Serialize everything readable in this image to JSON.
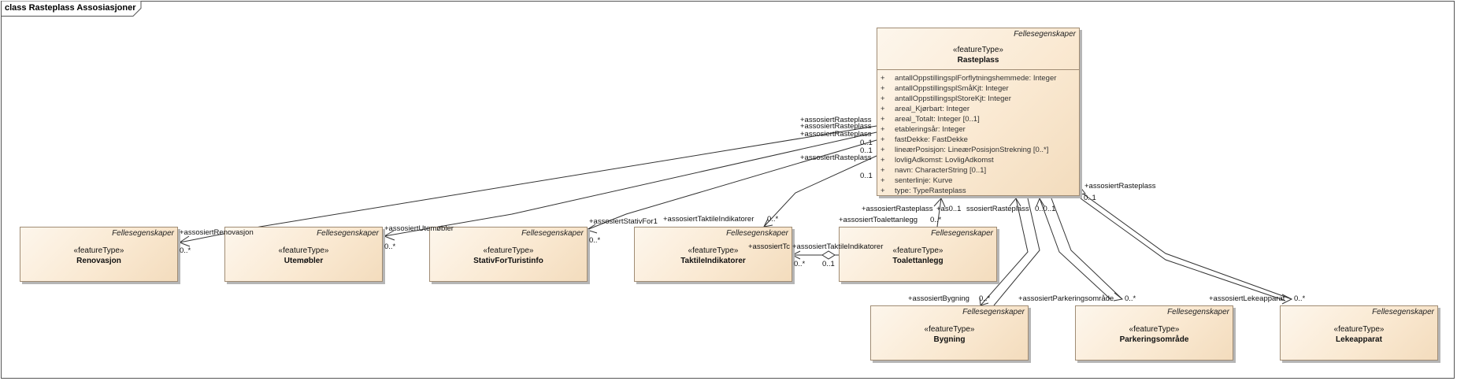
{
  "frame": {
    "title": "class Rasteplass Assosiasjoner"
  },
  "colors": {
    "class_fill": "#fae9d2",
    "class_border": "#a08c74",
    "line": "#333333",
    "shadow": "#b5b5b5"
  },
  "main_class": {
    "package": "Fellesegenskaper",
    "stereotype": "«featureType»",
    "name": "Rasteplass",
    "attributes": [
      {
        "vis": "+",
        "text": "antallOppstillingsplForflytningshemmede: Integer"
      },
      {
        "vis": "+",
        "text": "antallOppstillingsplSmåKjt: Integer"
      },
      {
        "vis": "+",
        "text": "antallOppstillingsplStoreKjt: Integer"
      },
      {
        "vis": "+",
        "text": "areal_Kjørbart: Integer"
      },
      {
        "vis": "+",
        "text": "areal_Totalt: Integer [0..1]"
      },
      {
        "vis": "+",
        "text": "etableringsår: Integer"
      },
      {
        "vis": "+",
        "text": "fastDekke: FastDekke"
      },
      {
        "vis": "+",
        "text": "lineærPosisjon: LineærPosisjonStrekning [0..*]"
      },
      {
        "vis": "+",
        "text": "lovligAdkomst: LovligAdkomst"
      },
      {
        "vis": "+",
        "text": "navn: CharacterString [0..1]"
      },
      {
        "vis": "+",
        "text": "senterlinje: Kurve"
      },
      {
        "vis": "+",
        "text": "type: TypeRasteplass"
      }
    ]
  },
  "classes": [
    {
      "id": "renovasjon",
      "package": "Fellesegenskaper",
      "stereotype": "«featureType»",
      "name": "Renovasjon"
    },
    {
      "id": "utemobler",
      "package": "Fellesegenskaper",
      "stereotype": "«featureType»",
      "name": "Utemøbler"
    },
    {
      "id": "stativ",
      "package": "Fellesegenskaper",
      "stereotype": "«featureType»",
      "name": "StativForTuristinfo"
    },
    {
      "id": "taktile",
      "package": "Fellesegenskaper",
      "stereotype": "«featureType»",
      "name": "TaktileIndikatorer"
    },
    {
      "id": "toalett",
      "package": "Fellesegenskaper",
      "stereotype": "«featureType»",
      "name": "Toalettanlegg"
    },
    {
      "id": "bygning",
      "package": "Fellesegenskaper",
      "stereotype": "«featureType»",
      "name": "Bygning"
    },
    {
      "id": "parkering",
      "package": "Fellesegenskaper",
      "stereotype": "«featureType»",
      "name": "Parkeringsområde"
    },
    {
      "id": "lekeapparat",
      "package": "Fellesegenskaper",
      "stereotype": "«featureType»",
      "name": "Lekeapparat"
    }
  ],
  "labels": [
    {
      "id": "l1",
      "text": "+assosiertRasteplass"
    },
    {
      "id": "l2",
      "text": "+assosiertRasteplass"
    },
    {
      "id": "l3",
      "text": "+assosiertRasteplass"
    },
    {
      "id": "l4",
      "text": "0..1"
    },
    {
      "id": "l5",
      "text": "0..1"
    },
    {
      "id": "l6",
      "text": "+assosiertRasteplass"
    },
    {
      "id": "l7",
      "text": "0..1"
    },
    {
      "id": "l8",
      "text": "+assosiertRenovasjon"
    },
    {
      "id": "l9",
      "text": "0..*"
    },
    {
      "id": "l10",
      "text": "+assosiertUtemøbler"
    },
    {
      "id": "l11",
      "text": "0..*"
    },
    {
      "id": "l12",
      "text": "+assosiertStativFor1"
    },
    {
      "id": "l13",
      "text": "0..*"
    },
    {
      "id": "l14",
      "text": "+assosiertTaktileIndikatorer"
    },
    {
      "id": "l15",
      "text": "0..*"
    },
    {
      "id": "l16",
      "text": "+assosiertRasteplass"
    },
    {
      "id": "l17",
      "text": "+as0..1"
    },
    {
      "id": "l18",
      "text": "ssosiertRasteplass"
    },
    {
      "id": "l19",
      "text": "0..0..1"
    },
    {
      "id": "l20",
      "text": "+assosiertToalettanlegg"
    },
    {
      "id": "l21",
      "text": "0..*"
    },
    {
      "id": "l22",
      "text": "+assosiertTc"
    },
    {
      "id": "l23",
      "text": "+assosiertTaktileIndikatorer"
    },
    {
      "id": "l24",
      "text": "0..*"
    },
    {
      "id": "l25",
      "text": "0..1"
    },
    {
      "id": "l26",
      "text": "+assosiertRasteplass"
    },
    {
      "id": "l27",
      "text": "0..1"
    },
    {
      "id": "l28",
      "text": "+assosiertBygning"
    },
    {
      "id": "l29",
      "text": "0..*"
    },
    {
      "id": "l30",
      "text": "+assosiertParkeringsområde"
    },
    {
      "id": "l31",
      "text": "0..*"
    },
    {
      "id": "l32",
      "text": "+assosiertLekeapparat"
    },
    {
      "id": "l33",
      "text": "0..*"
    }
  ]
}
